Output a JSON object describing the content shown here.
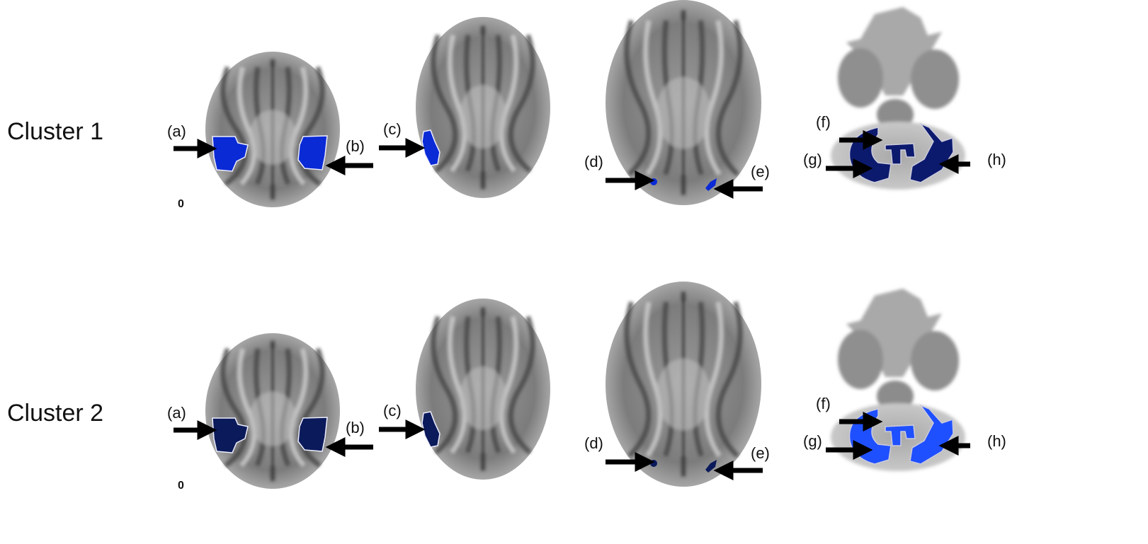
{
  "rows": [
    {
      "label": "Cluster 1",
      "scale_mark": "0",
      "colors": {
        "cortical": "#0a2ad6",
        "cerebellar": "#0c1a6e"
      },
      "markers": [
        "(a)",
        "(b)",
        "(c)",
        "(d)",
        "(e)",
        "(f)",
        "(g)",
        "(h)"
      ]
    },
    {
      "label": "Cluster 2",
      "scale_mark": "0",
      "colors": {
        "cortical": "#0a1a5a",
        "cerebellar": "#1f50ff"
      },
      "markers": [
        "(a)",
        "(b)",
        "(c)",
        "(d)",
        "(e)",
        "(f)",
        "(g)",
        "(h)"
      ]
    }
  ]
}
